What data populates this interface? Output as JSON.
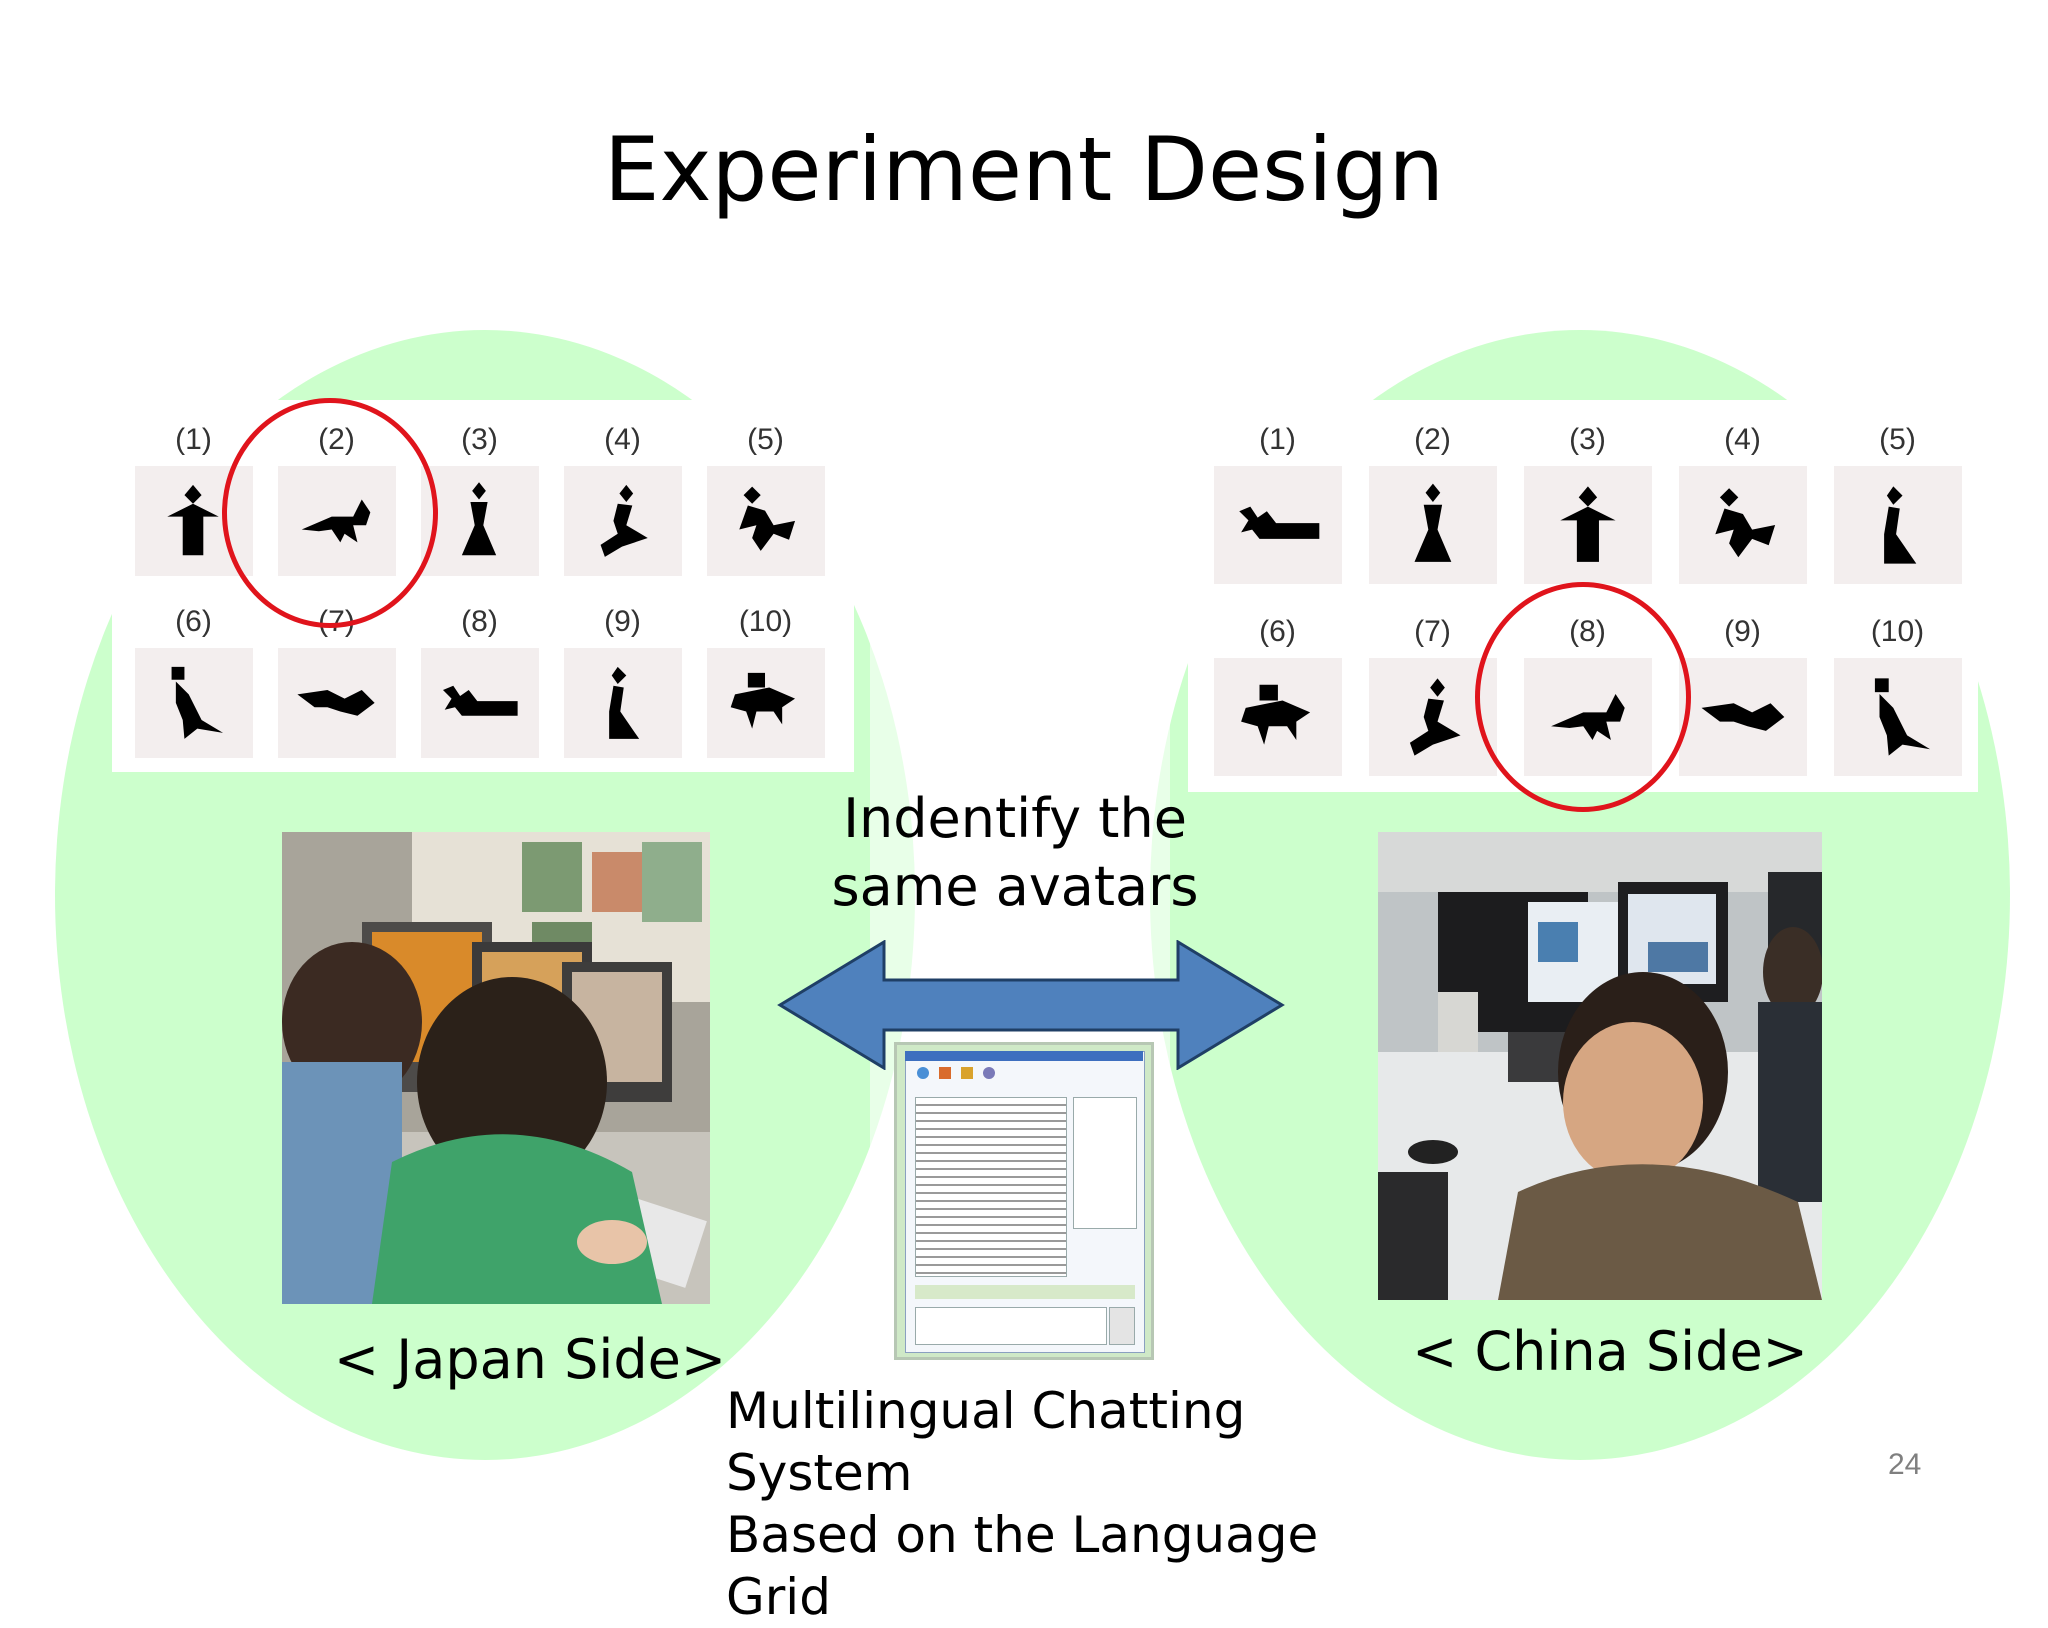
{
  "slide": {
    "title": "Experiment Design",
    "page_number": "24"
  },
  "japan": {
    "labels": [
      "(1)",
      "(2)",
      "(3)",
      "(4)",
      "(5)",
      "(6)",
      "(7)",
      "(8)",
      "(9)",
      "(10)"
    ],
    "icons": [
      "pagoda-figure-icon",
      "fox-figure-icon",
      "tall-figure-icon",
      "sitting-figure-icon",
      "dancing-figure-icon",
      "kneeling-figure-icon",
      "bird-figure-icon",
      "lying-figure-icon",
      "standing-figure-icon",
      "rider-figure-icon"
    ],
    "selected": "(2)",
    "caption": "< Japan Side>"
  },
  "china": {
    "labels": [
      "(1)",
      "(2)",
      "(3)",
      "(4)",
      "(5)",
      "(6)",
      "(7)",
      "(8)",
      "(9)",
      "(10)"
    ],
    "icons": [
      "lying-figure-icon",
      "tall-figure-icon",
      "pagoda-figure-icon",
      "dancing-figure-icon",
      "standing-figure-icon",
      "rider-figure-icon",
      "sitting-figure-icon",
      "fox-figure-icon",
      "bird-figure-icon",
      "kneeling-figure-icon"
    ],
    "selected": "(8)",
    "caption": "< China Side>"
  },
  "center": {
    "instruction_line1": "Indentify the",
    "instruction_line2": "same avatars",
    "system_line1": "Multilingual Chatting System",
    "system_line2": "Based on the Language Grid"
  },
  "colors": {
    "ellipse": "#ccffcc",
    "arrow_fill": "#4f81bd",
    "arrow_stroke": "#1f3f66",
    "highlight_circle": "#e0141c"
  }
}
